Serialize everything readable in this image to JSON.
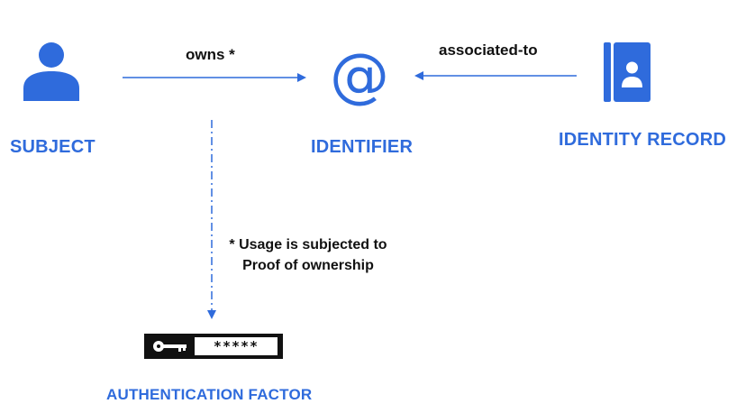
{
  "nodes": {
    "subject": {
      "label": "SUBJECT",
      "icon": "person-icon"
    },
    "identifier": {
      "label": "IDENTIFIER",
      "icon": "at-sign-icon",
      "glyph": "@"
    },
    "identity_record": {
      "label": "IDENTITY RECORD",
      "icon": "contact-book-icon"
    },
    "authentication_factor": {
      "label": "AUTHENTICATION FACTOR",
      "icon": "key-password-icon",
      "mask": "*****"
    }
  },
  "edges": {
    "owns": {
      "label": "owns *"
    },
    "associated_to": {
      "label": "associated-to"
    }
  },
  "note": {
    "line1": "* Usage is subjected to",
    "line2": "Proof of ownership"
  },
  "colors": {
    "accent": "#2f6bdc",
    "text": "#111111",
    "background": "#ffffff"
  }
}
